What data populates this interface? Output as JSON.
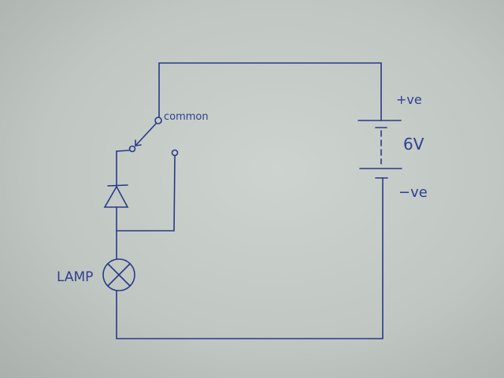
{
  "labels": {
    "common": "common",
    "positive": "+ve",
    "voltage": "6V",
    "negative": "−ve",
    "lamp": "LAMP"
  },
  "colors": {
    "ink": "#2b3a86",
    "paper": "#c2c8c4"
  }
}
